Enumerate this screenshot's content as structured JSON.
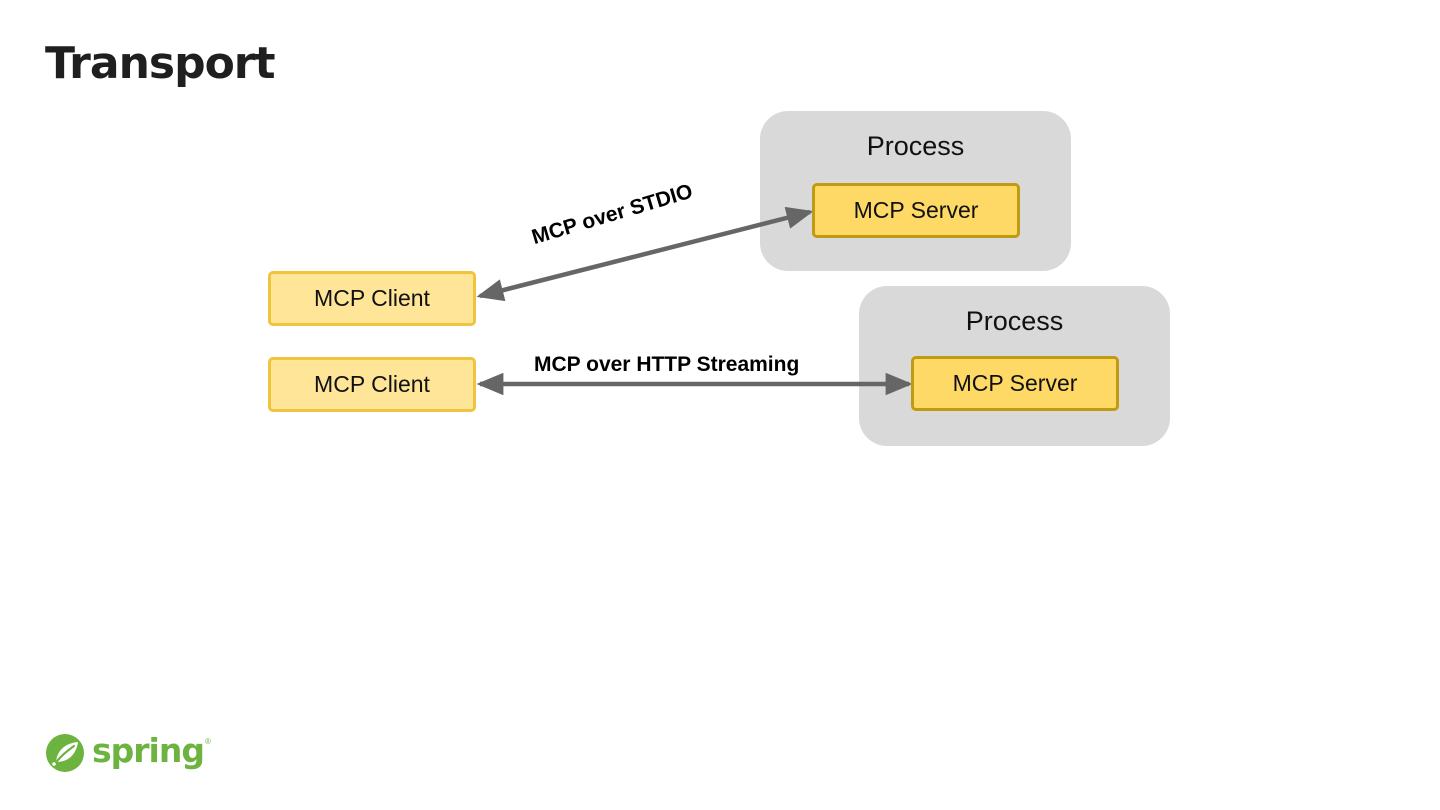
{
  "slide": {
    "title": "Transport"
  },
  "diagram": {
    "processes": [
      {
        "label": "Process"
      },
      {
        "label": "Process"
      }
    ],
    "clients": [
      {
        "label": "MCP Client"
      },
      {
        "label": "MCP Client"
      }
    ],
    "servers": [
      {
        "label": "MCP Server"
      },
      {
        "label": "MCP Server"
      }
    ],
    "connections": [
      {
        "label": "MCP over STDIO"
      },
      {
        "label": "MCP over HTTP Streaming"
      }
    ]
  },
  "logo": {
    "text": "spring",
    "mark": "®",
    "icon": "spring-leaf-icon",
    "color": "#6db33f"
  },
  "colors": {
    "process_bg": "#d9d9d9",
    "client_fill": "#ffe597",
    "client_border": "#f0c43c",
    "server_fill": "#ffd966",
    "server_border": "#c09a10",
    "arrow": "#666666"
  }
}
